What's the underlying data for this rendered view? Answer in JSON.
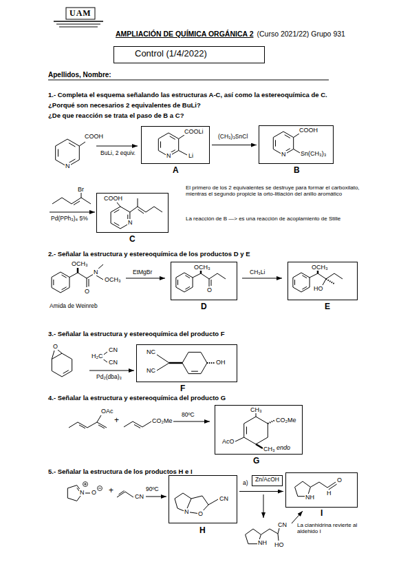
{
  "diagram": {
    "title": "AMPLIACIÓN DE QUÍMICA ORGÁNICA 2",
    "nodes": [
      {
        "text": [
          "Control (1/4/2022)"
        ]
      },
      {
        "text": [
          "COOLi",
          "N",
          "Li",
          "A"
        ]
      },
      {
        "text": [
          "COOH",
          "N",
          "Sn(CH₃)₃",
          "B"
        ]
      },
      {
        "text": [
          "COOH",
          "N",
          "C"
        ]
      },
      {
        "text": [
          "OCH₃",
          "O",
          "D"
        ]
      },
      {
        "text": [
          "OCH₃",
          "HO",
          "E"
        ]
      },
      {
        "text": [
          "NC",
          "OH",
          "NC",
          "F"
        ]
      },
      {
        "text": [
          "CH₃",
          "CO₂Me",
          "AcO",
          "CH₃",
          "endo",
          "G"
        ]
      },
      {
        "text": [
          "CN",
          "N",
          "O",
          "H"
        ]
      },
      {
        "text": [
          "Zn/AcOH"
        ]
      },
      {
        "text": [
          "NH",
          "H",
          "O",
          "I"
        ]
      }
    ],
    "edges": [
      {
        "from": 1,
        "to": 2,
        "arrow": "to",
        "label": "(CH₃)₃SnCl"
      },
      {
        "from": 8,
        "to": 10,
        "arrow": "to",
        "label": "a)"
      }
    ],
    "labels": [
      "UAM",
      "(Curso 2021/22) Grupo 931",
      "Apellidos, Nombre:",
      "1.- Completa el esquema señalando las estructuras A-C, así como la estereoquímica de C.",
      "¿Porqué son necesarios 2 equivalentes de BuLi?",
      "¿De que reacción se trata el paso de B a C?",
      "COOH",
      "N",
      "BuLi, 2 equiv.",
      "Br",
      "Pd(PPh₃)₄ 5%",
      "El primero de los 2 equivalentes se destruye para formar el carboxilato, mientras el segundo propicie la orto-litiación del anillo aromático",
      "La reacción de B —> es una reacción de acoplamiento de Stille",
      "2.- Señalar la estructura y estereoquímica de los productos D y E",
      "OCH₃",
      "N",
      "OCH₃",
      "O",
      "Amida de Weinreb",
      "EtMgBr",
      "CH₃Li",
      "3.- Señalar la estructura y estereoquímica del producto F",
      "O",
      "CN",
      "H₂C",
      "CN",
      "Pd₂(dba)₃",
      "4.- Señalar la estructura y estereoquímica del producto G",
      "OAc",
      "+",
      "CO₂Me",
      "80ºC",
      "5.- Señalar la estructura de los productos H e I",
      "N",
      "O",
      "+",
      "CN",
      "90ºC",
      "NH",
      "CN",
      "HO",
      "La cianhidrina revierte al aldehido I"
    ]
  }
}
